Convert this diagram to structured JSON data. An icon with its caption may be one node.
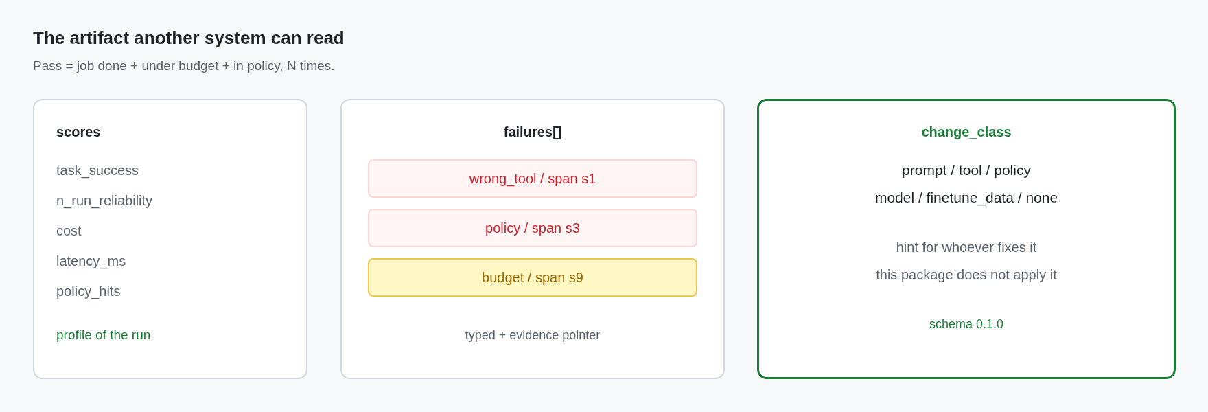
{
  "diagram": {
    "title": "The artifact another system can read",
    "caption": "Pass = job done + under budget + in policy, N times.",
    "nodes": [
      {
        "text": [
          "scores",
          "task_success",
          "n_run_reliability",
          "cost",
          "latency_ms",
          "policy_hits",
          "profile of the run"
        ]
      },
      {
        "text": [
          "failures[]",
          "typed + evidence pointer"
        ]
      },
      {
        "text": [
          "wrong_tool / span s1"
        ],
        "in": 1
      },
      {
        "text": [
          "policy / span s3"
        ],
        "in": 1
      },
      {
        "text": [
          "budget / span s9"
        ],
        "in": 1
      },
      {
        "text": [
          "change_class",
          "prompt / tool / policy",
          "model / finetune_data / none",
          "hint for whoever fixes it",
          "this package does not apply it",
          "schema 0.1.0"
        ]
      }
    ]
  }
}
